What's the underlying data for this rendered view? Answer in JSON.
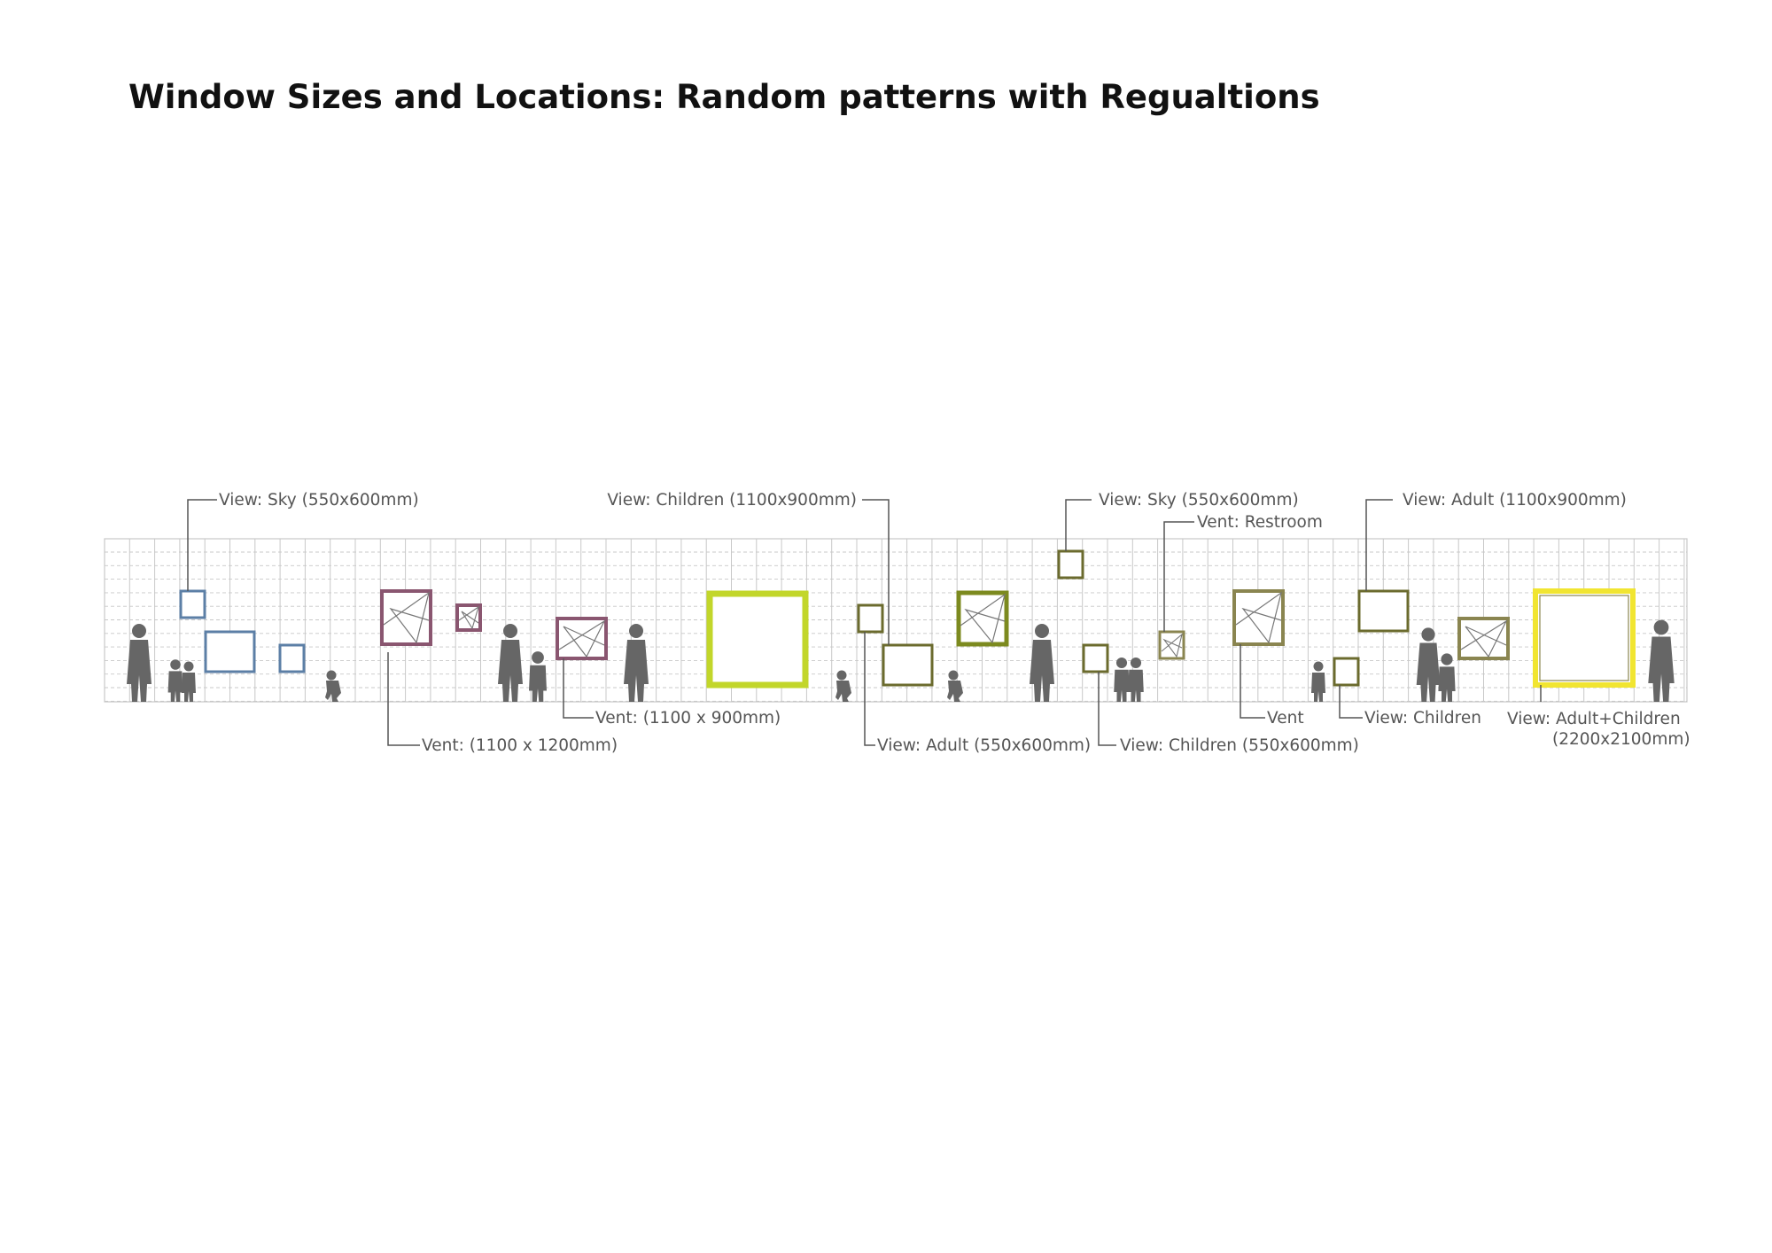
{
  "title": "Window Sizes and Locations: Random patterns with Regualtions",
  "colors": {
    "sky": "#5c7fa6",
    "vent_purple": "#8a5670",
    "children_lime": "#c2d62a",
    "olive": "#6b6b2e",
    "olive_light": "#8a8550",
    "adult_children_yellow": "#f1e531",
    "label": "#555555",
    "leader": "#555555",
    "grid": "#c8c8c8",
    "silhouette": "#666666"
  },
  "labels": {
    "sky_1": "View: Sky (550x600mm)",
    "vent_1100x1200": "Vent: (1100 x 1200mm)",
    "vent_1100x900": "Vent: (1100 x 900mm)",
    "children_1100x900": "View: Children (1100x900mm)",
    "adult_550x600": "View: Adult (550x600mm)",
    "sky_2": "View: Sky (550x600mm)",
    "vent_restroom": "Vent: Restroom",
    "children_550x600": "View: Children (550x600mm)",
    "adult_1100x900": "View: Adult (1100x900mm)",
    "vent": "Vent",
    "children": "View: Children",
    "adult_children_line1": "View: Adult+Children",
    "adult_children_line2": "(2200x2100mm)"
  },
  "icons": [
    "adult-silhouette-icon",
    "child-silhouette-icon",
    "adult-with-child-silhouette-icon",
    "crawling-child-silhouette-icon"
  ]
}
